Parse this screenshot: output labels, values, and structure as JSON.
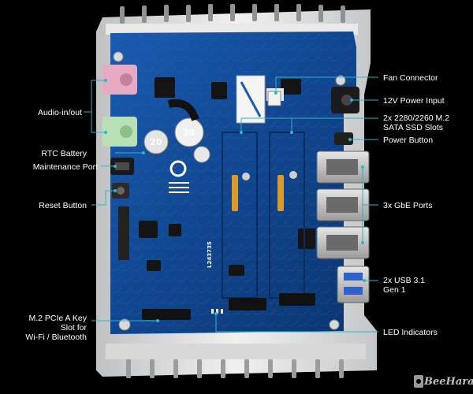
{
  "callouts": {
    "audio": [
      "Audio-in/out"
    ],
    "rtc": [
      "RTC Battery"
    ],
    "maintenance": [
      "Maintenance Port"
    ],
    "reset": [
      "Reset Button"
    ],
    "m2_wifi": [
      "M.2 PCIe A Key",
      "Slot for",
      "Wi-Fi / Bluetooth"
    ],
    "fan": [
      "Fan Connector"
    ],
    "power_input": [
      "12V Power Input"
    ],
    "ssd_slots": [
      "2x 2280/2260 M.2",
      "SATA SSD Slots"
    ],
    "power_button": [
      "Power Button"
    ],
    "gbe": [
      "3x GbE Ports"
    ],
    "usb": [
      "2x USB 3.1",
      "Gen 1"
    ],
    "led": [
      "LED Indicators"
    ]
  },
  "board_marks": {
    "battery_number_1": "20",
    "battery_number_2": "20",
    "serial": "L243735"
  },
  "watermark": "BeeHara",
  "colors": {
    "background": "#000000",
    "board": "#0f3f86",
    "enclosure": "#dcdcdc",
    "leader": "#2fb4c8",
    "text": "#ffffff"
  }
}
